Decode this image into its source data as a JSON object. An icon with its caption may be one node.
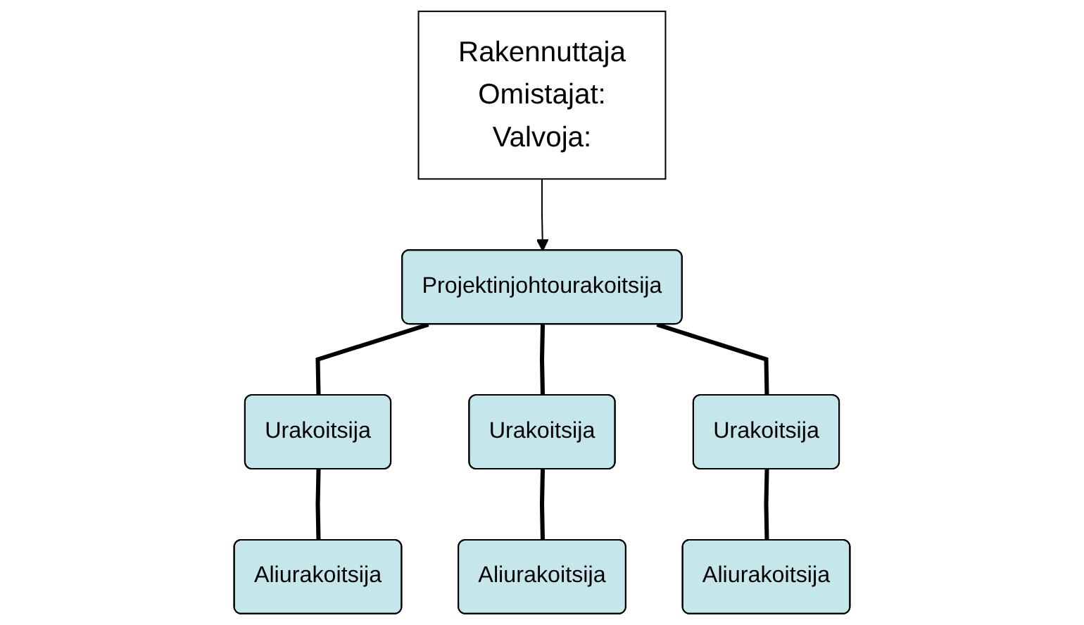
{
  "diagram": {
    "nodes": [
      {
        "text": [
          "Rakennuttaja",
          "Omistajat:",
          "Valvoja:"
        ]
      },
      {
        "text": [
          "Projektinjohtourakoitsija"
        ]
      },
      {
        "text": [
          "Urakoitsija"
        ]
      },
      {
        "text": [
          "Urakoitsija"
        ]
      },
      {
        "text": [
          "Urakoitsija"
        ]
      },
      {
        "text": [
          "Aliurakoitsija"
        ]
      },
      {
        "text": [
          "Aliurakoitsija"
        ]
      },
      {
        "text": [
          "Aliurakoitsija"
        ]
      }
    ],
    "edges": [
      {
        "from": 0,
        "to": 1,
        "arrow": "to"
      },
      {
        "from": 1,
        "to": 2,
        "arrow": "none"
      },
      {
        "from": 1,
        "to": 3,
        "arrow": "none"
      },
      {
        "from": 1,
        "to": 4,
        "arrow": "none"
      },
      {
        "from": 2,
        "to": 5,
        "arrow": "none"
      },
      {
        "from": 3,
        "to": 6,
        "arrow": "none"
      },
      {
        "from": 4,
        "to": 7,
        "arrow": "none"
      }
    ]
  }
}
